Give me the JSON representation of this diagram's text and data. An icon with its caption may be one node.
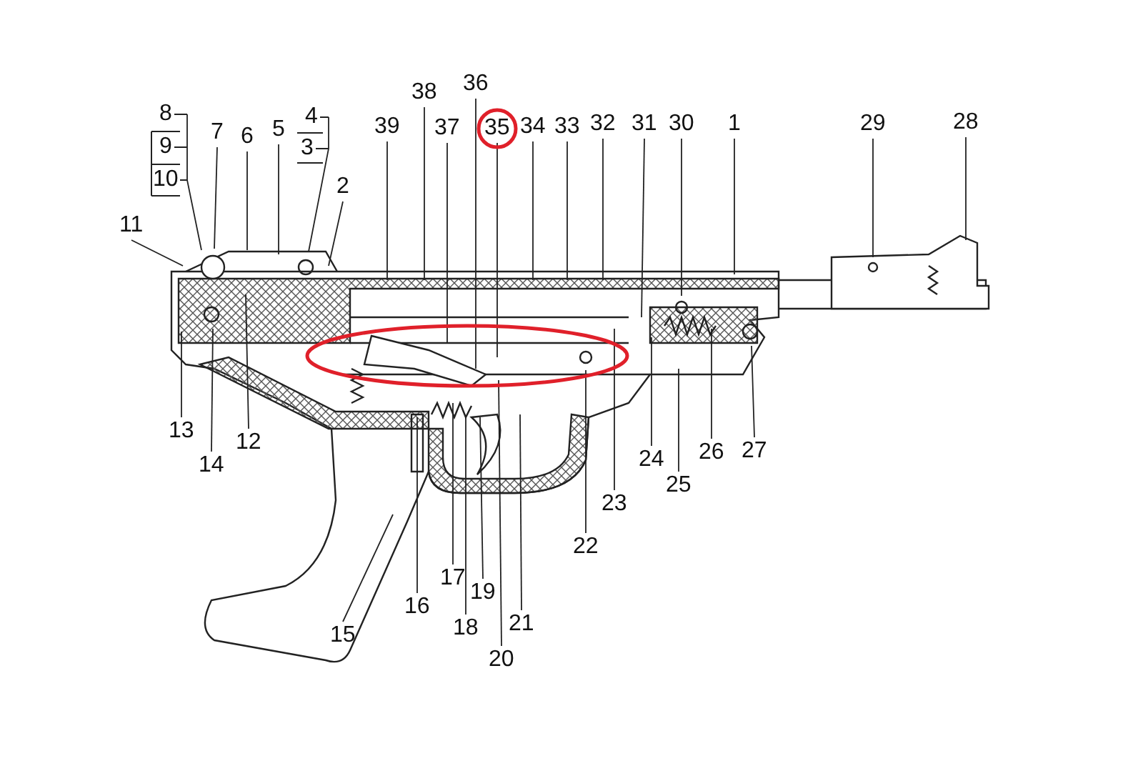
{
  "diagram": {
    "nodes": [
      {
        "text": [
          "1"
        ]
      },
      {
        "text": [
          "2"
        ]
      },
      {
        "text": [
          "3"
        ]
      },
      {
        "text": [
          "4"
        ]
      },
      {
        "text": [
          "5"
        ]
      },
      {
        "text": [
          "6"
        ]
      },
      {
        "text": [
          "7"
        ]
      },
      {
        "text": [
          "8"
        ]
      },
      {
        "text": [
          "9"
        ]
      },
      {
        "text": [
          "10"
        ]
      },
      {
        "text": [
          "11"
        ]
      },
      {
        "text": [
          "12"
        ]
      },
      {
        "text": [
          "13"
        ]
      },
      {
        "text": [
          "14"
        ]
      },
      {
        "text": [
          "15"
        ]
      },
      {
        "text": [
          "16"
        ]
      },
      {
        "text": [
          "17"
        ]
      },
      {
        "text": [
          "18"
        ]
      },
      {
        "text": [
          "19"
        ]
      },
      {
        "text": [
          "20"
        ]
      },
      {
        "text": [
          "21"
        ]
      },
      {
        "text": [
          "22"
        ]
      },
      {
        "text": [
          "23"
        ]
      },
      {
        "text": [
          "24"
        ]
      },
      {
        "text": [
          "25"
        ]
      },
      {
        "text": [
          "26"
        ]
      },
      {
        "text": [
          "27"
        ]
      },
      {
        "text": [
          "28"
        ]
      },
      {
        "text": [
          "29"
        ]
      },
      {
        "text": [
          "30"
        ]
      },
      {
        "text": [
          "31"
        ]
      },
      {
        "text": [
          "32"
        ]
      },
      {
        "text": [
          "33"
        ]
      },
      {
        "text": [
          "34"
        ]
      },
      {
        "text": [
          "35"
        ]
      },
      {
        "text": [
          "36"
        ]
      },
      {
        "text": [
          "37"
        ]
      },
      {
        "text": [
          "38"
        ]
      },
      {
        "text": [
          "39"
        ]
      }
    ],
    "edges": [
      {
        "from": 0,
        "to": null,
        "arrow": "none"
      },
      {
        "from": 1,
        "to": null,
        "arrow": "none"
      },
      {
        "from": 2,
        "to": null,
        "arrow": "none"
      },
      {
        "from": 3,
        "to": null,
        "arrow": "none"
      },
      {
        "from": 4,
        "to": null,
        "arrow": "none"
      },
      {
        "from": 5,
        "to": null,
        "arrow": "none"
      },
      {
        "from": 6,
        "to": null,
        "arrow": "none"
      },
      {
        "from": 7,
        "to": null,
        "arrow": "none"
      },
      {
        "from": 8,
        "to": null,
        "arrow": "none"
      },
      {
        "from": 9,
        "to": null,
        "arrow": "none"
      },
      {
        "from": 10,
        "to": null,
        "arrow": "none"
      },
      {
        "from": 11,
        "to": null,
        "arrow": "none"
      },
      {
        "from": 12,
        "to": null,
        "arrow": "none"
      },
      {
        "from": 13,
        "to": null,
        "arrow": "none"
      },
      {
        "from": 14,
        "to": null,
        "arrow": "none"
      },
      {
        "from": 15,
        "to": null,
        "arrow": "none"
      },
      {
        "from": 16,
        "to": null,
        "arrow": "none"
      },
      {
        "from": 17,
        "to": null,
        "arrow": "none"
      },
      {
        "from": 18,
        "to": null,
        "arrow": "none"
      },
      {
        "from": 19,
        "to": null,
        "arrow": "none"
      },
      {
        "from": 20,
        "to": null,
        "arrow": "none"
      },
      {
        "from": 21,
        "to": null,
        "arrow": "none"
      },
      {
        "from": 22,
        "to": null,
        "arrow": "none"
      },
      {
        "from": 23,
        "to": null,
        "arrow": "none"
      },
      {
        "from": 24,
        "to": null,
        "arrow": "none"
      },
      {
        "from": 25,
        "to": null,
        "arrow": "none"
      },
      {
        "from": 26,
        "to": null,
        "arrow": "none"
      },
      {
        "from": 27,
        "to": null,
        "arrow": "none"
      },
      {
        "from": 28,
        "to": null,
        "arrow": "none"
      },
      {
        "from": 29,
        "to": null,
        "arrow": "none"
      },
      {
        "from": 30,
        "to": null,
        "arrow": "none"
      },
      {
        "from": 31,
        "to": null,
        "arrow": "none"
      },
      {
        "from": 32,
        "to": null,
        "arrow": "none"
      },
      {
        "from": 33,
        "to": null,
        "arrow": "none"
      },
      {
        "from": 34,
        "to": null,
        "arrow": "none"
      },
      {
        "from": 35,
        "to": null,
        "arrow": "none"
      },
      {
        "from": 36,
        "to": null,
        "arrow": "none"
      },
      {
        "from": 37,
        "to": null,
        "arrow": "none"
      },
      {
        "from": 38,
        "to": null,
        "arrow": "none"
      }
    ]
  }
}
